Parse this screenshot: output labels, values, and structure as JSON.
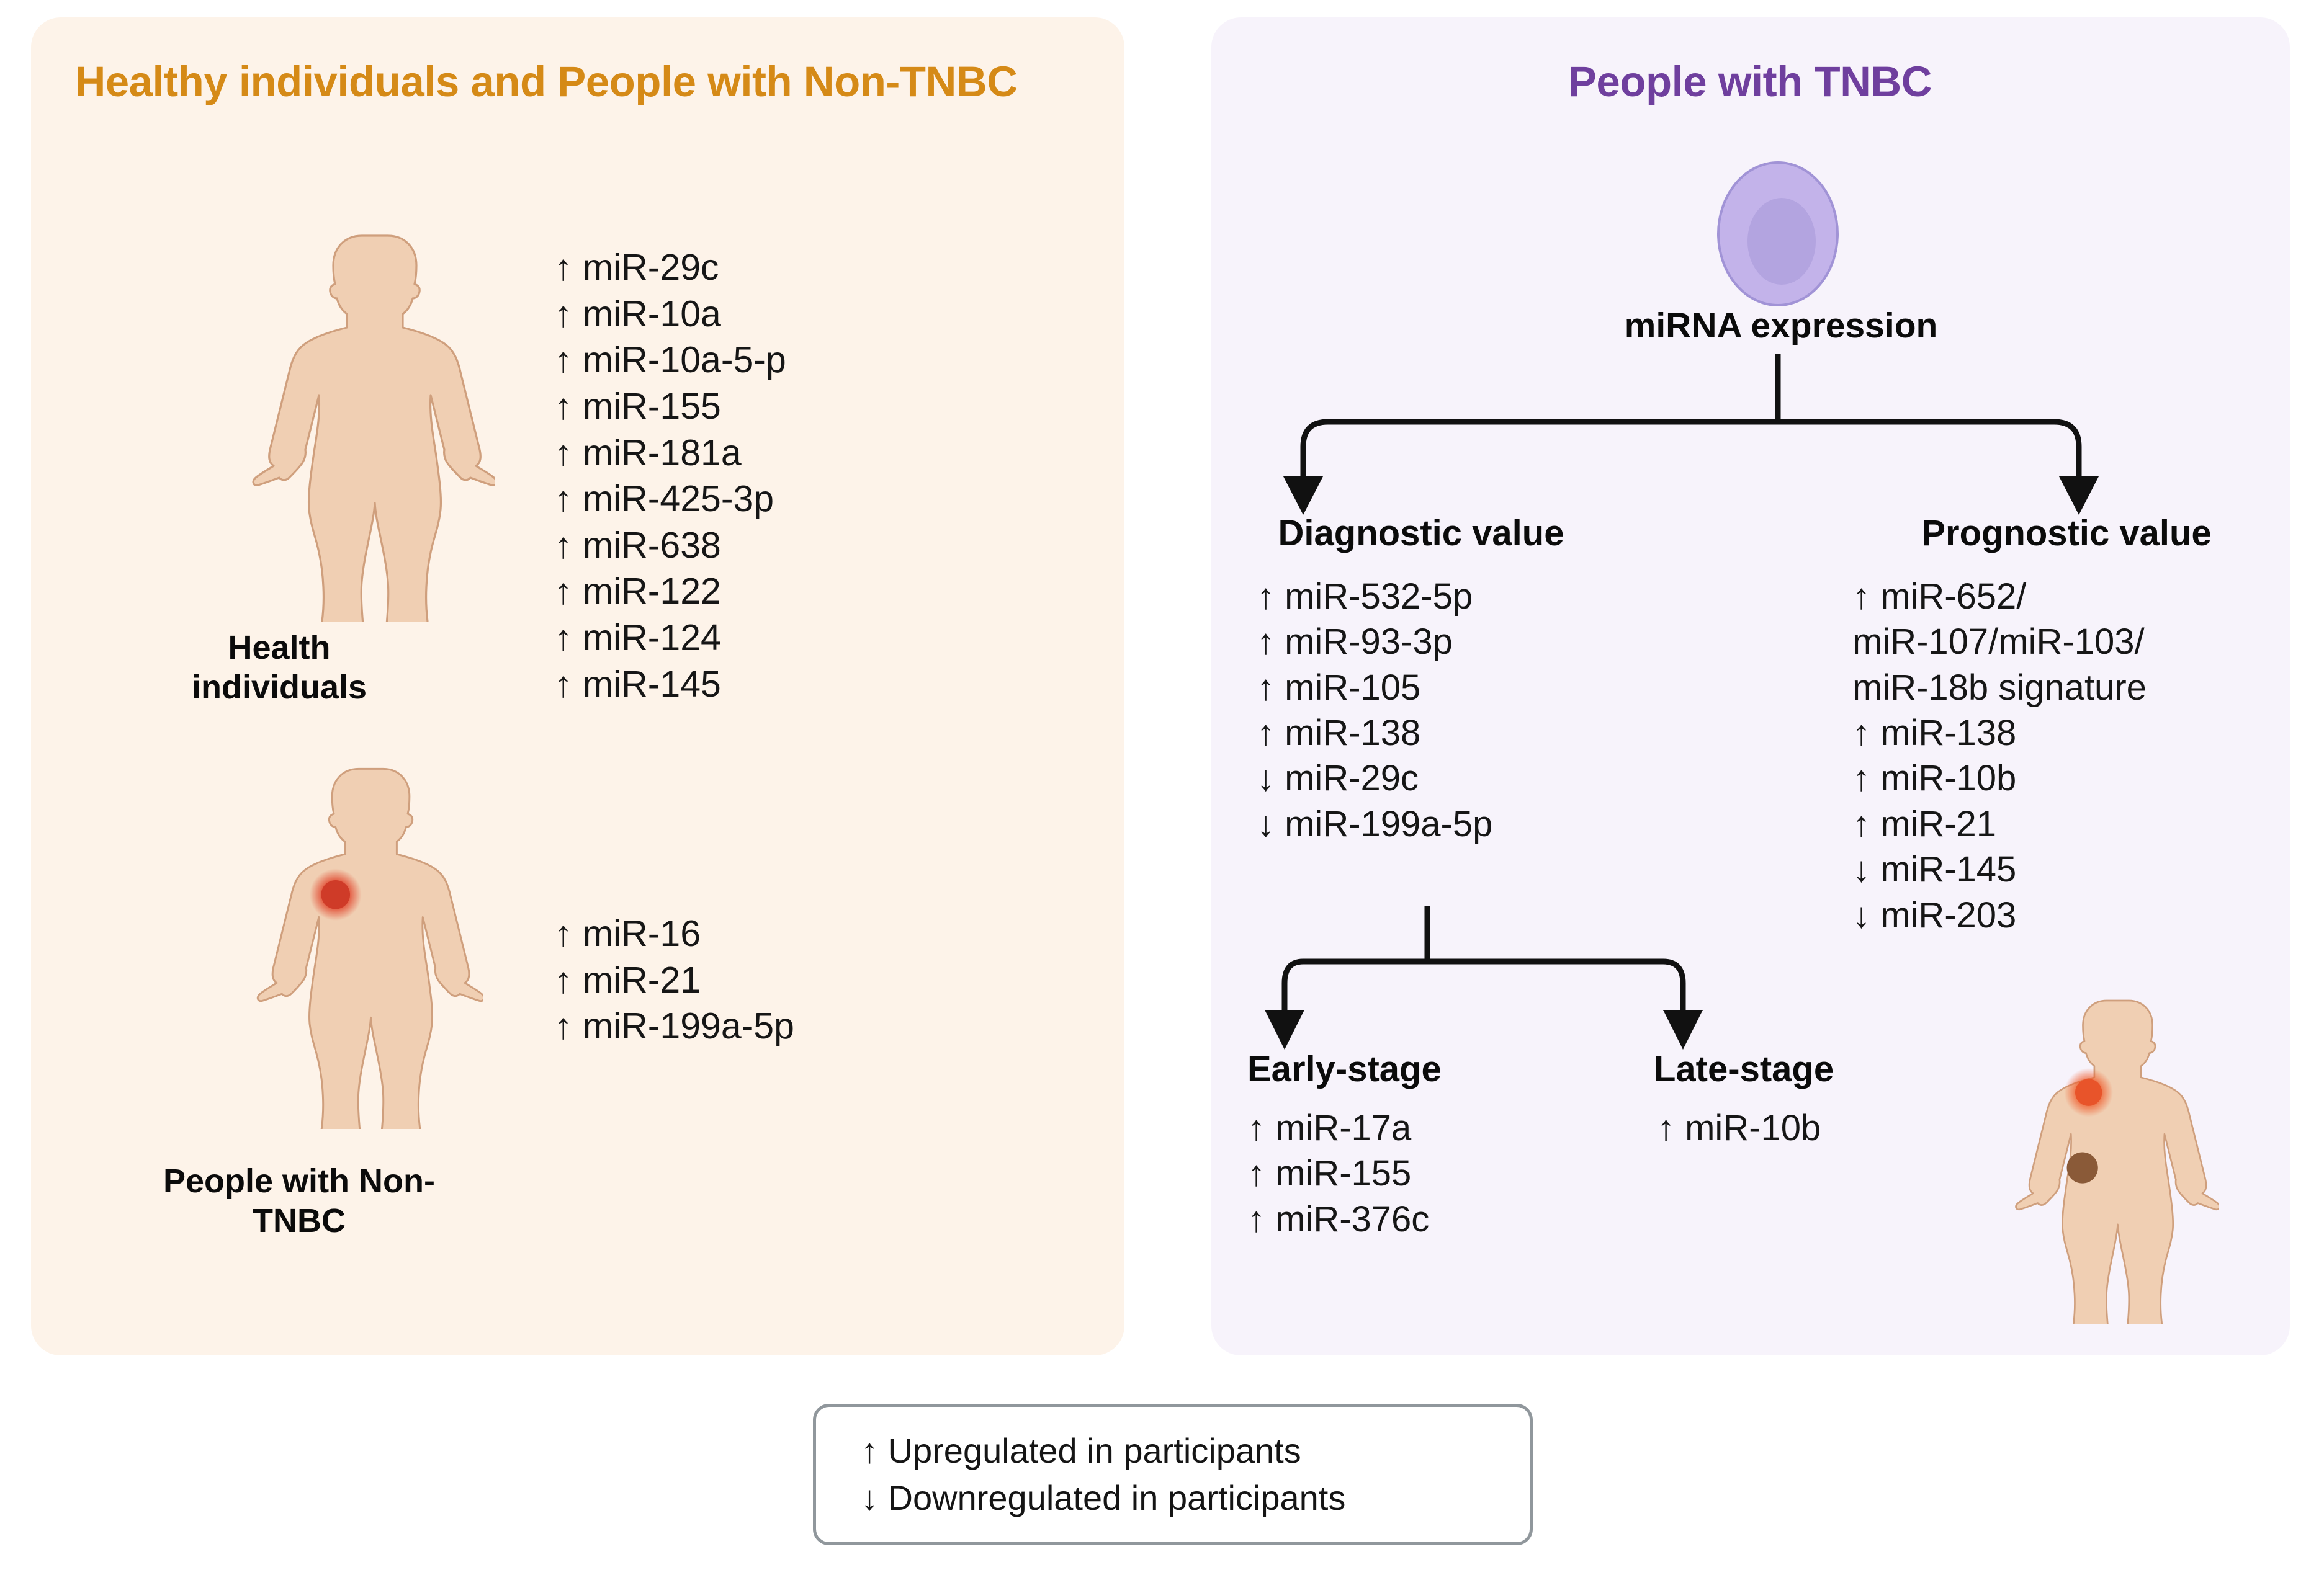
{
  "panels": {
    "left": {
      "title": "Healthy individuals and People with Non-TNBC",
      "groups": [
        {
          "caption": "Health individuals",
          "figure": "human-body-icon",
          "mirnas": [
            "↑ miR-29c",
            "↑ miR-10a",
            "↑ miR-10a-5-p",
            "↑ miR-155",
            "↑ miR-181a",
            "↑ miR-425-3p",
            "↑ miR-638",
            "↑ miR-122",
            "↑ miR-124",
            "↑ miR-145"
          ],
          "mirnas_text": "↑ miR-29c\n↑ miR-10a\n↑ miR-10a-5-p\n↑ miR-155\n↑ miR-181a\n↑ miR-425-3p\n↑ miR-638\n↑ miR-122\n↑ miR-124\n↑ miR-145"
        },
        {
          "caption": "People with Non-TNBC",
          "figure": "human-body-with-tumor-icon",
          "mirnas": [
            "↑ miR-16",
            "↑ miR-21",
            "↑ miR-199a-5p"
          ],
          "mirnas_text": "↑ miR-16\n↑ miR-21\n↑ miR-199a-5p"
        }
      ]
    },
    "right": {
      "title": "People with TNBC",
      "source_node": {
        "icon": "cell-with-nucleus-icon",
        "label": "miRNA expression"
      },
      "branches": [
        {
          "heading": "Diagnostic value",
          "mirnas": [
            "↑ miR-532-5p",
            "↑ miR-93-3p",
            "↑ miR-105",
            "↑ miR-138",
            "↓ miR-29c",
            "↓ miR-199a-5p"
          ],
          "mirnas_text": "↑ miR-532-5p\n↑ miR-93-3p\n↑ miR-105\n↑ miR-138\n↓ miR-29c\n↓ miR-199a-5p"
        },
        {
          "heading": "Prognostic value",
          "mirnas": [
            "↑ miR-652/",
            "miR-107/miR-103/",
            "miR-18b signature",
            "↑ miR-138",
            "↑ miR-10b",
            "↑ miR-21",
            "↓ miR-145",
            "↓ miR-203"
          ],
          "mirnas_text": "↑ miR-652/\nmiR-107/miR-103/\nmiR-18b signature\n↑ miR-138\n↑ miR-10b\n↑ miR-21\n↓ miR-145\n↓ miR-203"
        }
      ],
      "substages": [
        {
          "heading": "Early-stage",
          "mirnas": [
            "↑ miR-17a",
            "↑ miR-155",
            "↑ miR-376c"
          ],
          "mirnas_text": "↑ miR-17a\n↑ miR-155\n↑ miR-376c"
        },
        {
          "heading": "Late-stage",
          "mirnas": [
            "↑ miR-10b"
          ],
          "mirnas_text": "↑ miR-10b"
        }
      ],
      "figure": "human-body-with-tumor-and-metastasis-icon"
    }
  },
  "legend": {
    "lines": [
      "↑ Upregulated in participants",
      "↓ Downregulated in participants"
    ],
    "lines_text": "↑ Upregulated in participants\n↓ Downregulated in participants"
  },
  "colors": {
    "left_panel_bg": "#fdf3e9",
    "right_panel_bg": "#f7f3fb",
    "left_title": "#d58a17",
    "right_title": "#6f3f9e",
    "body_fill": "#f0cfb3",
    "body_stroke": "#cf9f7d",
    "tumor_red": "#e03b22",
    "tumor_brown": "#8a5a38",
    "cell_fill": "#c3b3ea",
    "cell_nucleus": "#a99ad8",
    "connector": "#111111",
    "legend_border": "#90979c",
    "text": "#161616"
  }
}
